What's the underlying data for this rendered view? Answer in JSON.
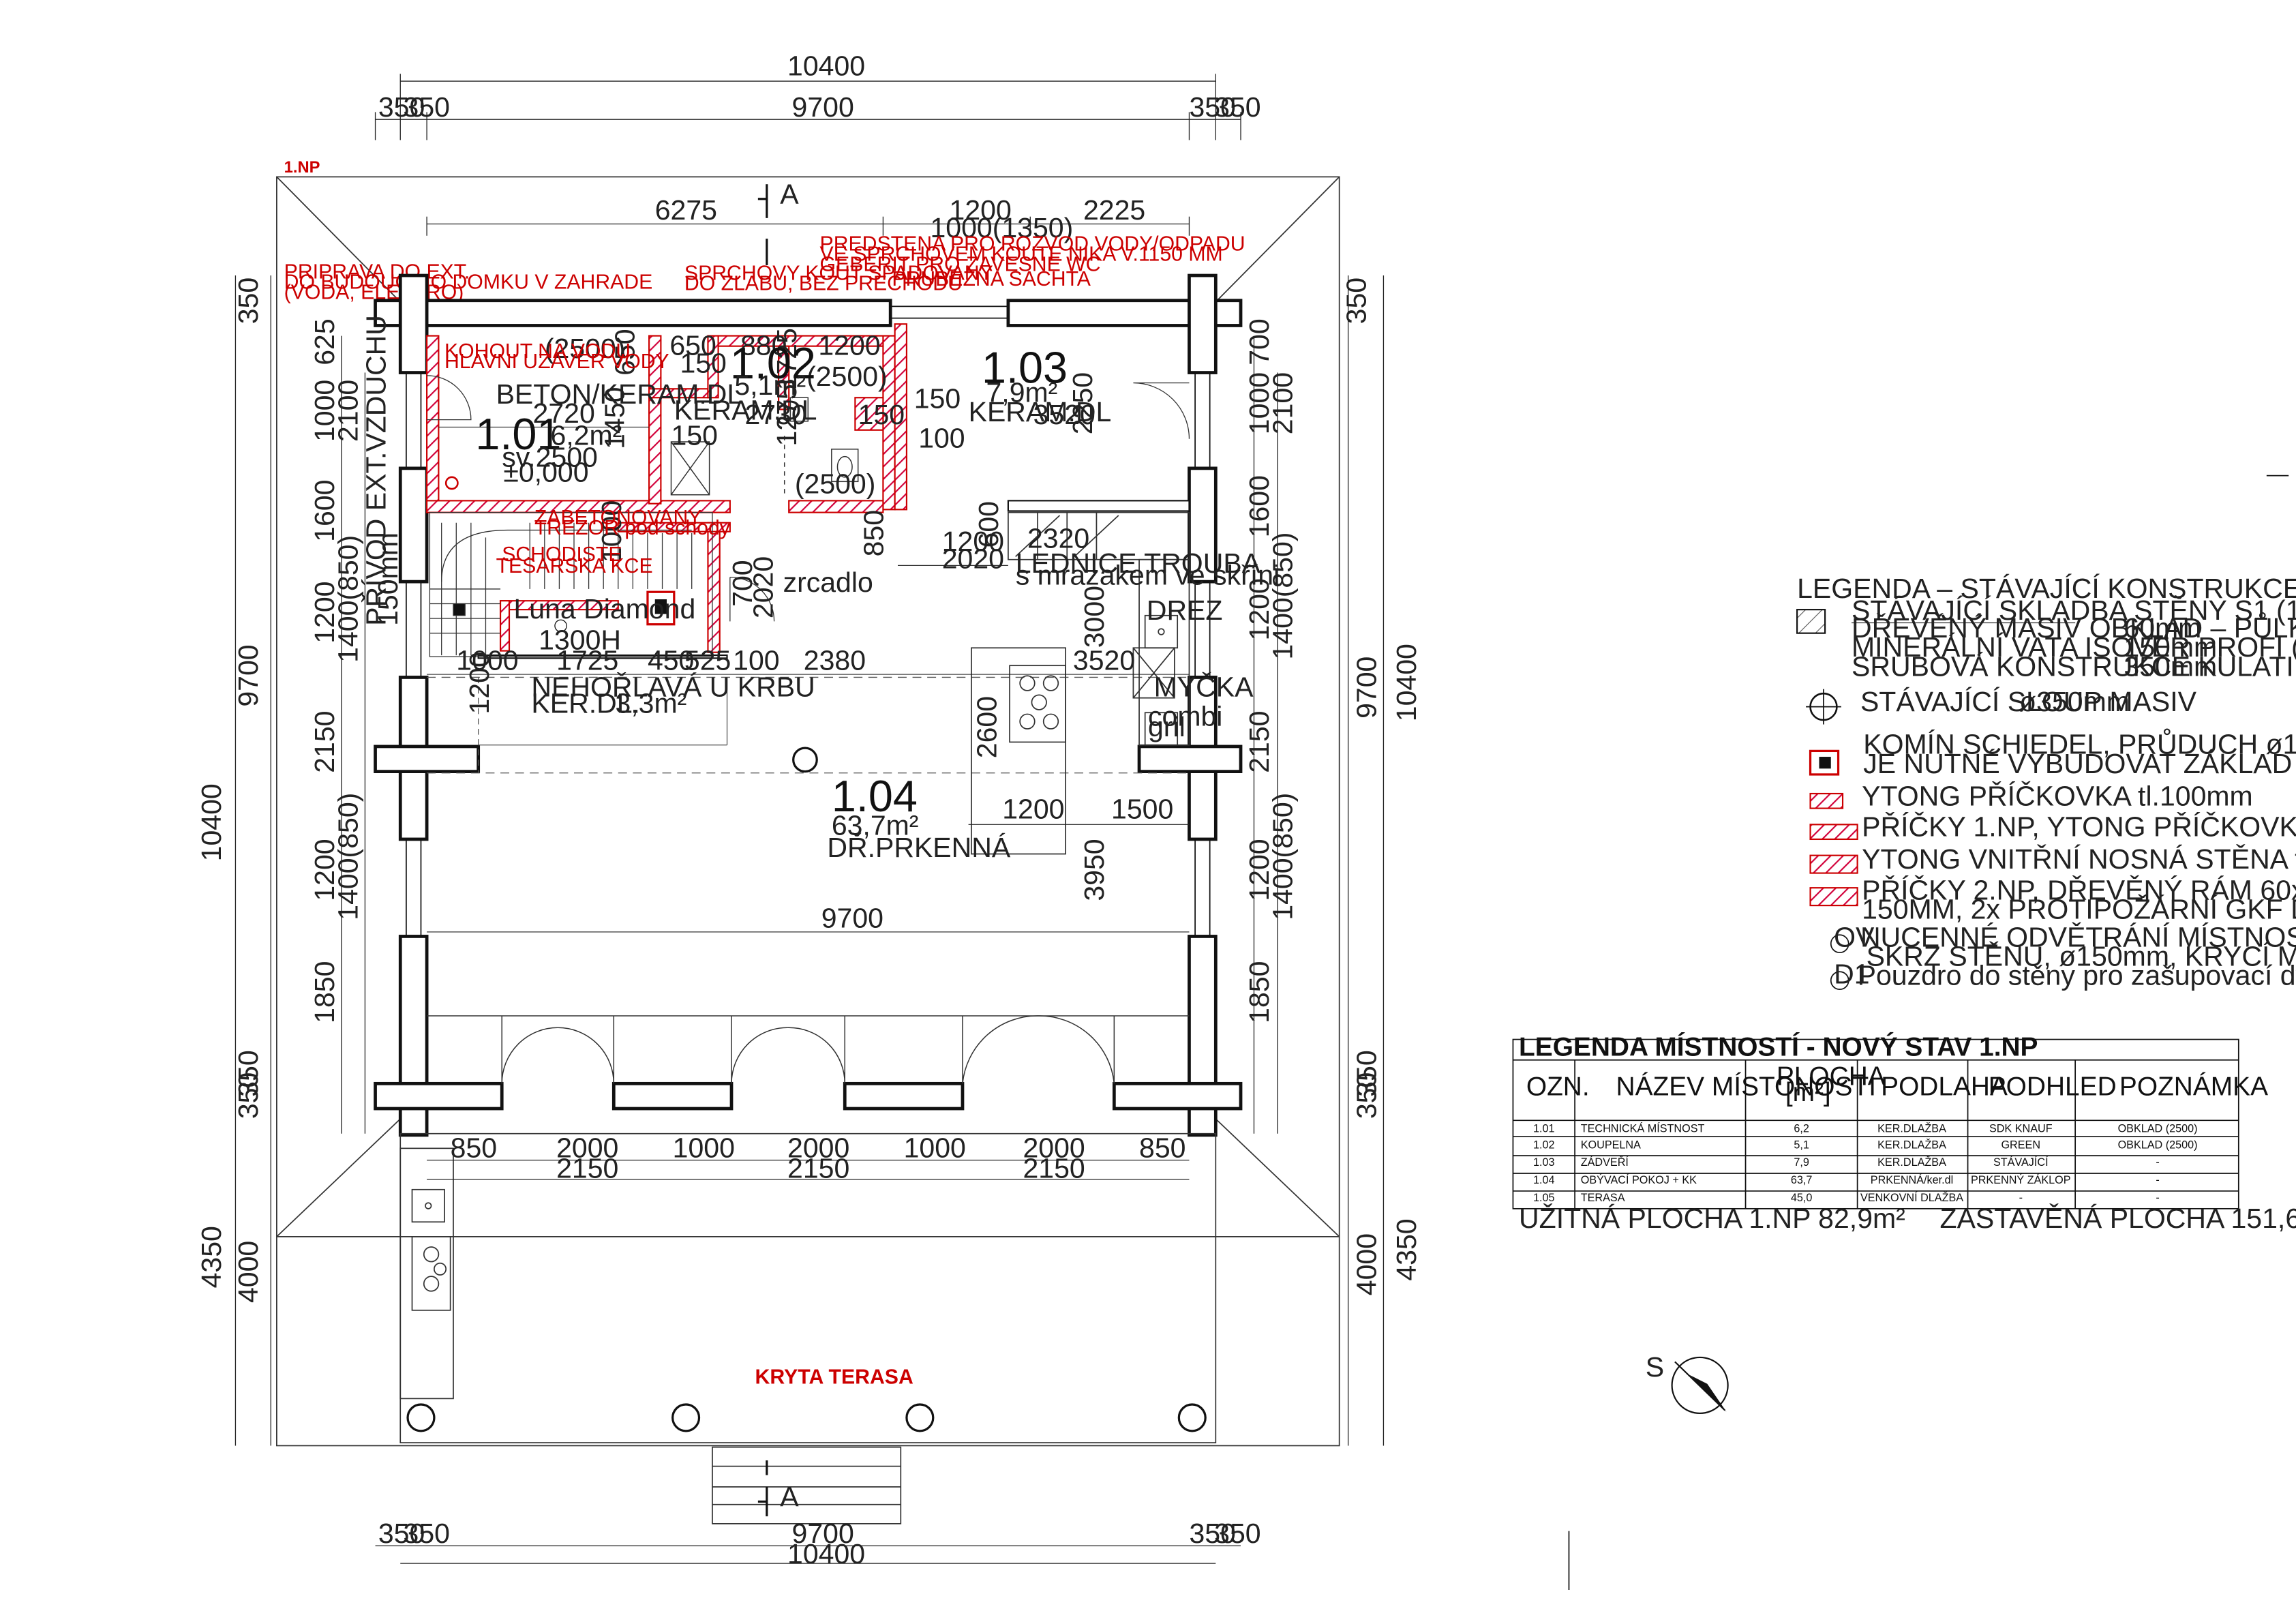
{
  "sheet": {
    "title": "1.NP",
    "section_mark": "A",
    "north_letter": "S"
  },
  "dims": {
    "top_total": "10400",
    "top_left_a": "350",
    "top_left_b": "350",
    "top_inner": "9700",
    "top_right_a": "350",
    "top_right_b": "350",
    "row3_a": "6275",
    "row3_b": "1200",
    "row3_b2": "1000(1350)",
    "row3_c": "2225",
    "left_total": "10400",
    "left_inner": "9700",
    "left_350": "350",
    "left_625": "625",
    "left_1000": "1000",
    "left_2100": "2100",
    "left_1600": "1600",
    "left_1200": "1200",
    "left_1400": "1400(850)",
    "left_2150": "2150",
    "left_1200b": "1200",
    "left_1400b": "1400(850)",
    "left_1850": "1850",
    "left_350b": "350",
    "left_350c": "350",
    "left_4350": "4350",
    "left_4000": "4000",
    "right_350": "350",
    "right_700": "700",
    "right_1000": "1000",
    "right_2100": "2100",
    "right_1600": "1600",
    "right_1200": "1200",
    "right_1400": "1400(850)",
    "right_9700": "9700",
    "right_10400": "10400",
    "right_2150": "2150",
    "right_1200b": "1200",
    "right_1400b": "1400(850)",
    "right_1850": "1850",
    "right_350b": "350",
    "right_350c": "350",
    "right_4000": "4000",
    "right_4350": "4350",
    "in_2500a": "(2500)",
    "in_650": "650",
    "in_880": "880",
    "in_1200a": "1200",
    "in_150a": "150",
    "in_1725": "1725",
    "in_2500b": "(2500)",
    "in_2720": "2720",
    "in_1450": "1450",
    "in_650v": "650",
    "in_2730": "2730",
    "in_1275": "1275",
    "in_150b": "150",
    "in_150c": "150",
    "in_150d": "150",
    "in_100a": "100",
    "in_3520a": "3520",
    "in_2250": "2250",
    "in_2500c": "(2500)",
    "in_600": "600",
    "in_850": "850",
    "in_1200b": "1200",
    "in_2020": "2020",
    "in_2320": "2320",
    "in_1000b": "1000",
    "in_700": "700",
    "in_2020v": "2020",
    "in_3000": "3000",
    "in_1000c": "1000",
    "in_1725b": "1725",
    "in_450": "450",
    "in_525": "525",
    "in_100b": "100",
    "in_2380": "2380",
    "in_3520b": "3520",
    "in_1200v": "1200",
    "in_2600": "2600",
    "in_1200c": "1200",
    "in_1500": "1500",
    "in_3950": "3950",
    "in_9700": "9700",
    "bot_850a": "850",
    "bot_2000a": "2000",
    "bot_1000a": "1000",
    "bot_2000b": "2000",
    "bot_1000b": "1000",
    "bot_2000c": "2000",
    "bot_850b": "850",
    "bot_2150a": "2150",
    "bot_2150b": "2150",
    "bot_2150c": "2150",
    "btm_350a": "350",
    "btm_350b": "350",
    "btm_9700": "9700",
    "btm_350c": "350",
    "btm_350d": "350",
    "btm_10400": "10400"
  },
  "rooms": {
    "r101_id": "1.01",
    "r101_area": "6,2m²",
    "r101_floor": "BETON/KERAM.DL",
    "r101_sv": "sv.2500",
    "r101_level": "±0,000",
    "r102_id": "1.02",
    "r102_area": "5,1m²",
    "r102_floor": "KERAM.DL",
    "r103_id": "1.03",
    "r103_area": "7,9m²",
    "r103_floor": "KERAM.DL",
    "r104_id": "1.04",
    "r104_area": "63,7m²",
    "r104_floor": "DŘ.PRKENNÁ",
    "fire_label": "NEHOŘLAVÁ U KRBU",
    "fire_floor": "KER.DL.",
    "fire_area": "3,3m²",
    "stove": "Luna Diamond",
    "stove_h": "1300H",
    "fridge": "LEDNICE  TROUBA",
    "fridge2": "s mrazakem ve skříni",
    "mirror": "zrcadlo",
    "drez": "DREZ",
    "mycka": "MYČKA",
    "combi": "combi",
    "grill": "gril",
    "terrace": "KRYTA TERASA",
    "vent": "PŘÍVOD EXT.VZDUCHU",
    "vent2": "150mm"
  },
  "notes": {
    "n1a": "PRIPRAVA DO EXT.",
    "n1b": "DO BUDOUCIHO DOMKU V ZAHRADE",
    "n1c": "(VODA, ELEKTRO)",
    "n2a": "SPRCHOVY KOUT SPADOVANY",
    "n2b": "DO ZLABU, BEZ PRECHODU",
    "n3a": "PREDSTENA PRO ROZVOD VODY/ODPADU",
    "n3b": "VE SPRCHOVEM KOUTE NIKA V.1150 MM",
    "n3c": "GEBERIT PRO ZAVESNE WC",
    "n4": "PRUBEZNA SACHTA",
    "n5a": "KOHOUT NA VODU",
    "n5b": "HLAVNI UZAVER VODY",
    "n6a": "ZABETONOVANY",
    "n6b": "TREZOR pod schody",
    "n7a": "SCHODISTE",
    "n7b": "TESARSKA KCE"
  },
  "legend": {
    "title": "LEGENDA – STÁVAJÍCÍ KONSTRUKCE",
    "s1": "STÁVAJÍCÍ SKLADBA STĚNY S1 (1.NP)",
    "s1a": "DŘEVĚNÝ MASIV OBKLAD – PŮLKULATINA",
    "s1a_v": "60mm",
    "s1b": "MINERÁLNÍ VATA ISOVER PROFI (DŘ.ROŠT)",
    "s1b_v": "150mm",
    "s1c": "SRUBOVÁ KONSTRUKCE KULATINA",
    "s1c_v": "350mm",
    "col": "STÁVAJÍCÍ SLOUP MASIV",
    "col_v": "ø350mm",
    "kom1": "KOMÍN SCHIEDEL, PRŮDUCH ø180mm",
    "kom2": "JE NUTNÉ VYBUDOVAT ZÁKLAD NA ÚNOSNÉM PODKLADU",
    "y100": "YTONG PŘÍČKOVKA tl.100mm",
    "y150": "PŘÍČKY 1.NP, YTONG PŘÍČKOVKA tl.150mm",
    "y200": "YTONG VNITŘNÍ NOSNÁ STĚNA tl.200mm",
    "p2a": "PŘÍČKY 2.NP, DŘEVĚNÝ RÁM 60x160mm, ISOVER AKU",
    "p2b": "150MM, 2x PROTIPOŽÁRNÍ GKF DESKA 15MM",
    "ov_tag": "OV",
    "ov1": "NUCENNÉ ODVĚTRÁNÍ MÍSTNOSTI A DIGESTOŘE",
    "ov2": "SKRZ STĚNU, ø150mm, KRYCÍ MŘÍŽKA",
    "d1_tag": "D1",
    "d1": "Pouzdro do stěny pro zašupovací dveře"
  },
  "room_table": {
    "title": "LEGENDA MÍSTNOSTÍ - NOVÝ STAV 1.NP",
    "headers": [
      "OZN.",
      "NÁZEV MÍSTONOSTI",
      "PLOCHA",
      "[m²]",
      "PODLAHA",
      "PODHLED",
      "POZNÁMKA"
    ],
    "rows": [
      [
        "1.01",
        "TECHNICKÁ MÍSTNOST",
        "6,2",
        "KER.DLAŽBA",
        "SDK  KNAUF",
        "OBKLAD (2500)"
      ],
      [
        "1.02",
        "KOUPELNA",
        "5,1",
        "KER.DLAŽBA",
        "GREEN",
        "OBKLAD (2500)"
      ],
      [
        "1.03",
        "ZÁDVEŘÍ",
        "7,9",
        "KER.DLAŽBA",
        "STÁVAJÍCÍ",
        "-"
      ],
      [
        "1.04",
        "OBÝVACÍ POKOJ + KK",
        "63,7",
        "PRKENNÁ/ker.dl",
        "PRKENNÝ ZÁKLOP",
        "-"
      ],
      [
        "1.05",
        "TERASA",
        "45,0",
        "VENKOVNÍ DLAŽBA",
        "-",
        "-"
      ]
    ],
    "usable": "UŽITNÁ PLOCHA 1.NP 82,9m²",
    "built": "ZASTAVĚNÁ PLOCHA 151,6m²"
  },
  "colors": {
    "line": "#111111",
    "red": "#cc0000",
    "hatch": "#d2003a"
  }
}
